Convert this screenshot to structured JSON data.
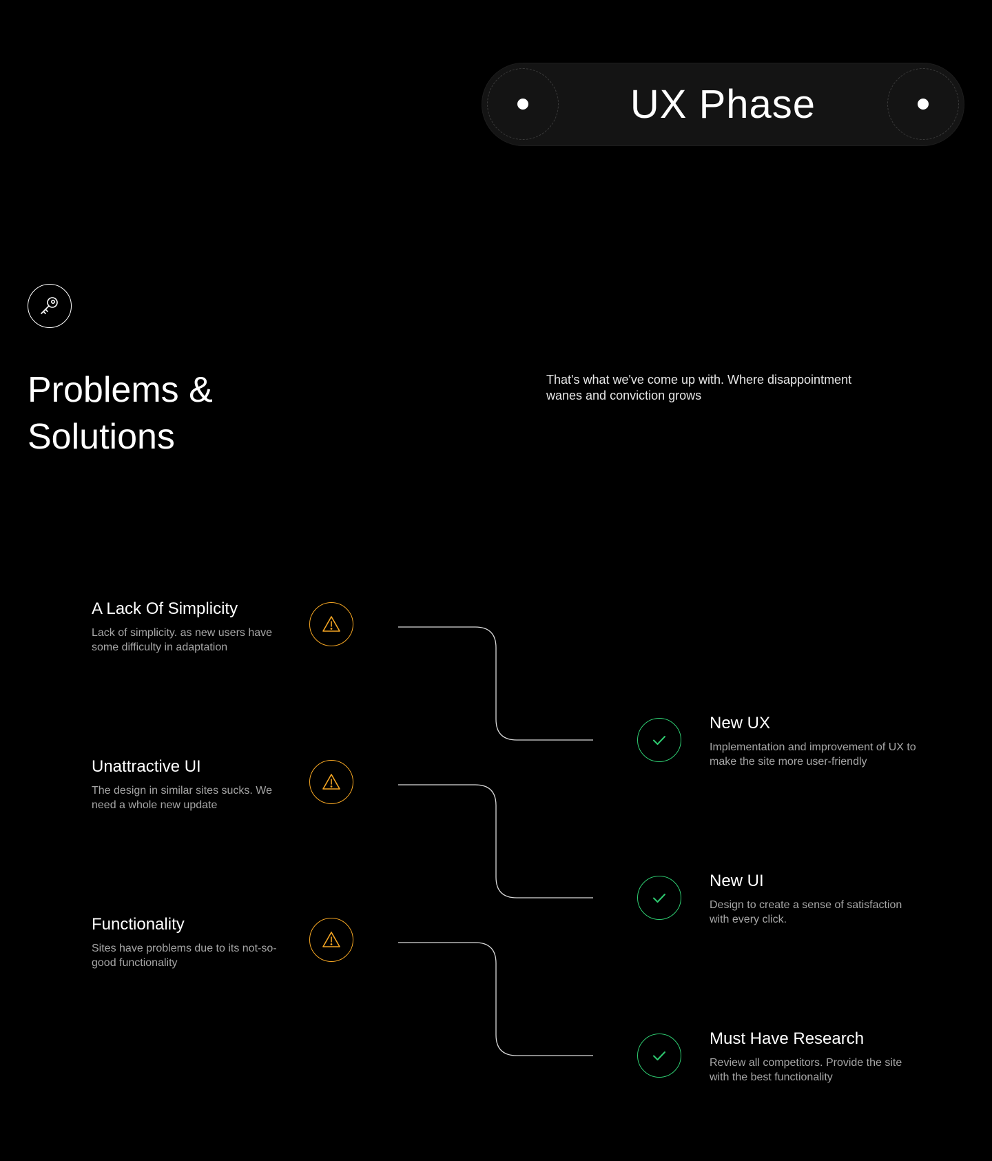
{
  "phase": {
    "title": "UX Phase"
  },
  "section": {
    "title_line1": "Problems &",
    "title_line2": "Solutions",
    "subtitle": "That's what we've come up with. Where disappointment wanes and conviction grows"
  },
  "problems": [
    {
      "title": "A Lack Of Simplicity",
      "description": "Lack of simplicity. as new users have some difficulty in adaptation"
    },
    {
      "title": "Unattractive UI",
      "description": "The design in similar sites sucks. We need a whole new update"
    },
    {
      "title": "Functionality",
      "description": "Sites have problems due to its not-so-good functionality"
    }
  ],
  "solutions": [
    {
      "title": "New UX",
      "description": "Implementation and improvement of UX to make the site more user-friendly"
    },
    {
      "title": "New UI",
      "description": "Design to create a sense of satisfaction with every click."
    },
    {
      "title": "Must Have Research",
      "description": "Review all competitors. Provide the site with the best functionality"
    }
  ],
  "icons": {
    "section": "key-icon",
    "problem": "warning-icon",
    "solution": "check-icon"
  },
  "colors": {
    "background": "#000000",
    "pill": "#141414",
    "warning": "#f5a623",
    "success": "#2ecc71",
    "muted_text": "#a6a6a6"
  }
}
